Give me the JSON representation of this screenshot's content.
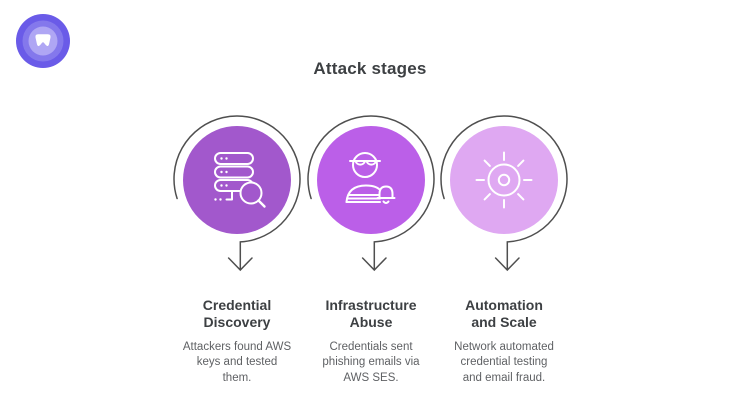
{
  "title": "Attack stages",
  "logo": {
    "label": "brand-logo",
    "outer_color": "#6a5be8",
    "ring2_color": "#8478ec",
    "ring3_color": "#afa6f4",
    "glyph_color": "#ffffff"
  },
  "diagram": {
    "connector_color": "#4f4f4f",
    "icon_stroke": "#ffffff",
    "stages": [
      {
        "icon": "server-search-icon",
        "circle_color": "#a258cc",
        "heading": [
          "Credential",
          "Discovery"
        ],
        "description": [
          "Attackers found AWS",
          "keys and tested",
          "them."
        ]
      },
      {
        "icon": "spy-bell-icon",
        "circle_color": "#bb5fe8",
        "heading": [
          "Infrastructure",
          "Abuse"
        ],
        "description": [
          "Credentials sent",
          "phishing emails via",
          "AWS SES."
        ]
      },
      {
        "icon": "sun-rays-icon",
        "circle_color": "#dfa8f2",
        "heading": [
          "Automation",
          "and Scale"
        ],
        "description": [
          "Network automated",
          "credential testing",
          "and email fraud."
        ]
      }
    ]
  }
}
